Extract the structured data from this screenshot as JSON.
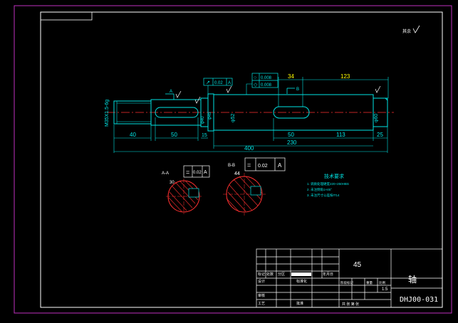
{
  "colors": {
    "background": "#000000",
    "sheet_border": "#c030c0",
    "frame": "#ffffff",
    "part": "#00e5e5",
    "dimension": "#00e5e5",
    "highlight_dim": "#ffff00",
    "centerline": "#ff3030",
    "hatch": "#ff3030",
    "tolerance_box": "#00e5e5",
    "notes": "#00e5e5"
  },
  "dimensions": {
    "d_34": "34",
    "d_123": "123",
    "d_40": "40",
    "d_50_key": "50",
    "d_15": "15",
    "d_50_mid": "50",
    "d_113": "113",
    "d_25": "25",
    "d_230": "230",
    "d_400": "400",
    "dia_left": "M35X1.5-6g",
    "dia_40": "φ40",
    "dia_45": "φ45",
    "dia_52": "φ52",
    "dia_60": "φ60",
    "sec_a_dim": "30",
    "sec_b_dim": "44"
  },
  "tolerances": {
    "frame1_sym": "↗",
    "frame1_val": "0.02",
    "frame1_ref": "A",
    "frame2a_sym": "○",
    "frame2a_val": "0.008",
    "frame2b_sym": "◇",
    "frame2b_val": "0.008",
    "sec_a_sym": "=",
    "sec_a_val": "0.02",
    "sec_a_ref": "A",
    "sec_b_sym": "=",
    "sec_b_val": "0.02",
    "sec_b_ref": "A"
  },
  "labels": {
    "sec_mark_a": "A",
    "sec_mark_b": "B",
    "sec_a_label": "A-A",
    "sec_b_label": "B-B",
    "roughness_top": "其余"
  },
  "notes": {
    "title": "技术要求",
    "items": [
      "1. 调质处理硬度220~250HBS",
      "2. 未注倒角1×45°",
      "3. 未注尺寸公差按IT14"
    ]
  },
  "title_block": {
    "material": "45",
    "part_name": "轴",
    "drawing_no": "DHJ00-031",
    "scale": "1.5",
    "designer": "设计",
    "reviewer": "审核",
    "process": "工艺",
    "standard": "标准化",
    "approve": "批准",
    "marker": "标记",
    "count": "处数",
    "zone": "分区",
    "date": "年月日",
    "stage": "阶段标记",
    "weight": "重量",
    "ratio": "比例",
    "sheets": "共 张 第 张"
  }
}
